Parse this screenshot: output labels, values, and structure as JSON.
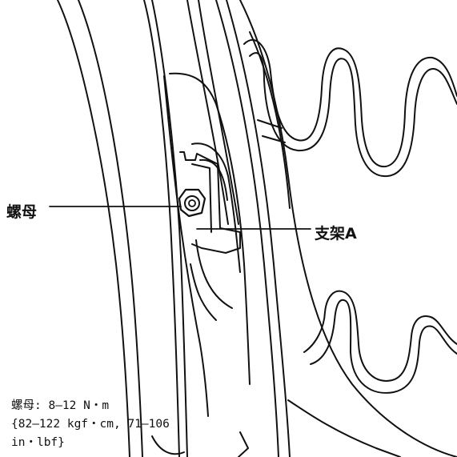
{
  "callouts": {
    "nut": "螺母",
    "bracket": "支架A"
  },
  "torque_note": {
    "line1": "螺母: 8—12 N・m",
    "line2": "{82—122 kgf・cm, 71—106",
    "line3": "in・lbf}"
  },
  "colors": {
    "ink": "#111111",
    "background": "#ffffff"
  }
}
